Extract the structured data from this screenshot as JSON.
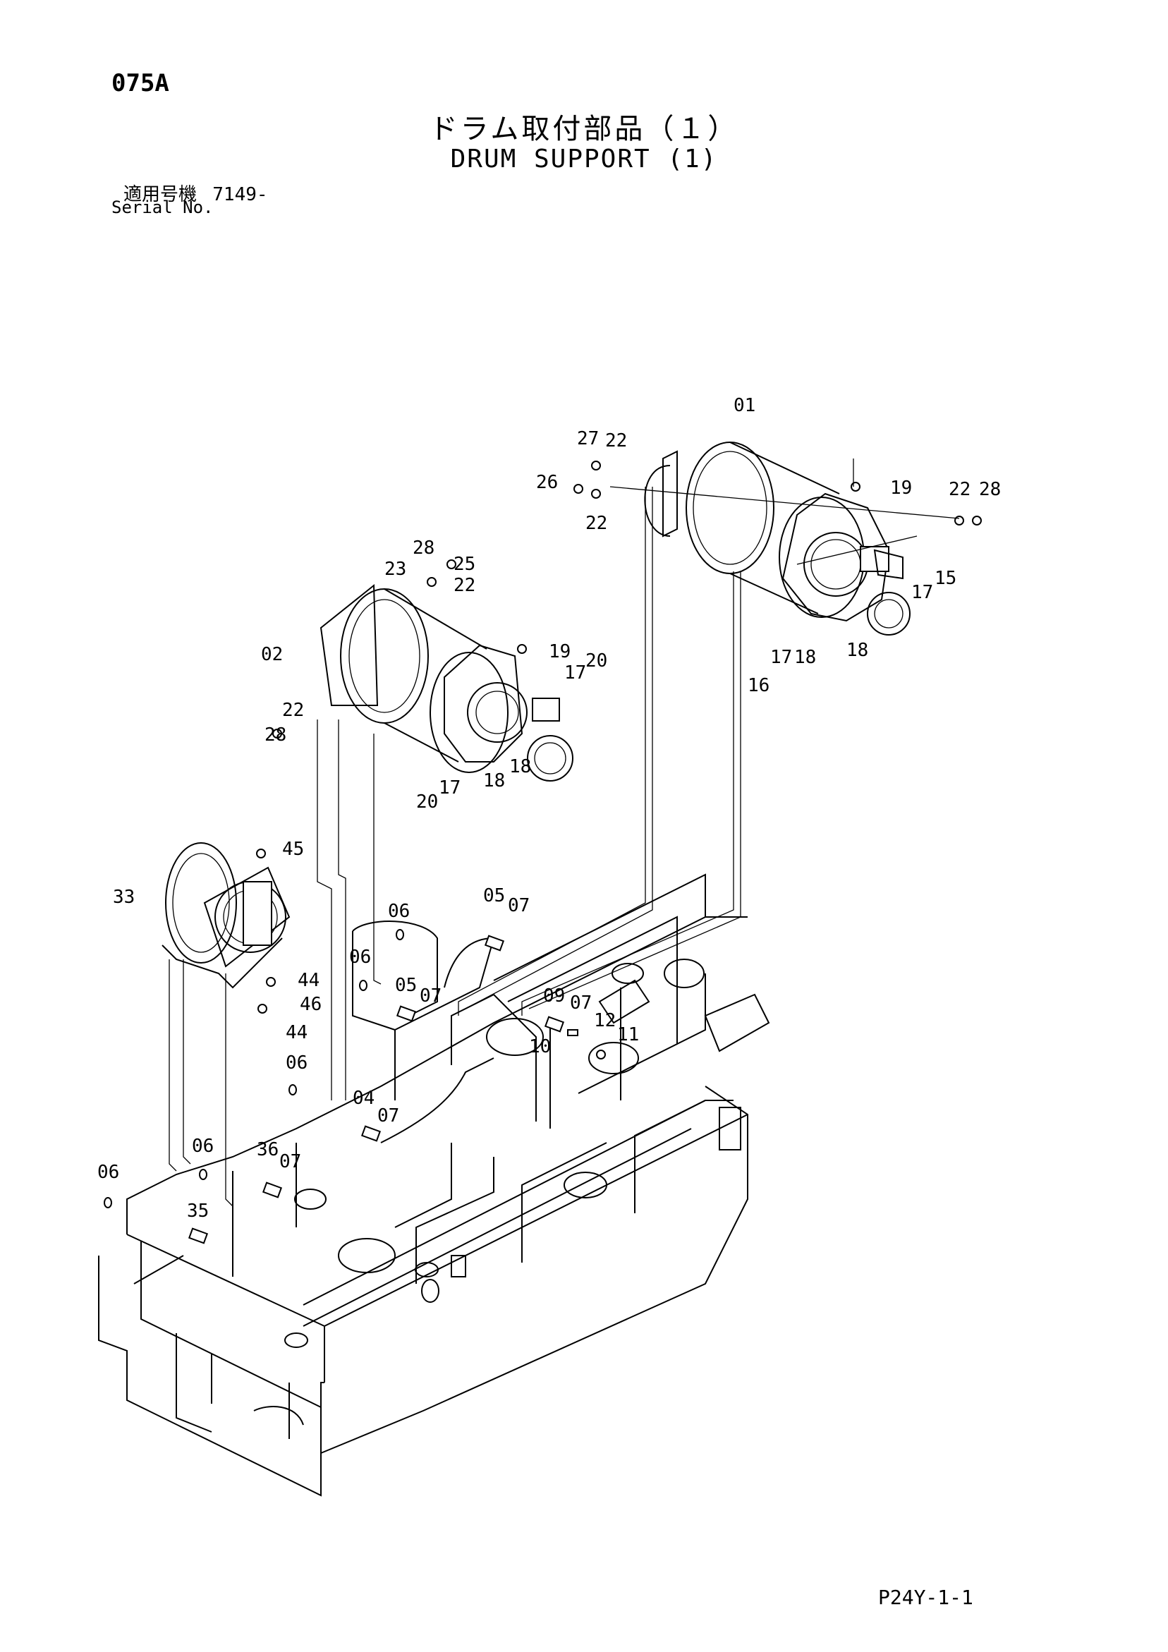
{
  "header": {
    "page_code": "075A",
    "title_jp": "ドラム取付部品（１）",
    "title_en": "DRUM SUPPORT (1)",
    "serial_label_jp": "適用号機",
    "serial_value": "7149-",
    "serial_label_en": "Serial No."
  },
  "footer": {
    "code": "P24Y-1-1"
  },
  "callouts": {
    "c01": "01",
    "c02": "02",
    "c04": "04",
    "c05a": "05",
    "c05b": "05",
    "c06a": "06",
    "c06b": "06",
    "c06c": "06",
    "c06d": "06",
    "c06e": "06",
    "c07a": "07",
    "c07b": "07",
    "c07c": "07",
    "c07d": "07",
    "c07e": "07",
    "c09": "09",
    "c10": "10",
    "c11": "11",
    "c12": "12",
    "c15": "15",
    "c16": "16",
    "c17a": "17",
    "c17b": "17",
    "c17c": "17",
    "c17d": "17",
    "c18a": "18",
    "c18b": "18",
    "c18c": "18",
    "c18d": "18",
    "c19a": "19",
    "c19b": "19",
    "c20a": "20",
    "c20b": "20",
    "c22a": "22",
    "c22b": "22",
    "c22c": "22",
    "c22d": "22",
    "c22e": "22",
    "c23": "23",
    "c25": "25",
    "c26": "26",
    "c27": "27",
    "c28a": "28",
    "c28b": "28",
    "c28c": "28",
    "c33": "33",
    "c35": "35",
    "c36": "36",
    "c44a": "44",
    "c44b": "44",
    "c45": "45",
    "c46": "46"
  }
}
